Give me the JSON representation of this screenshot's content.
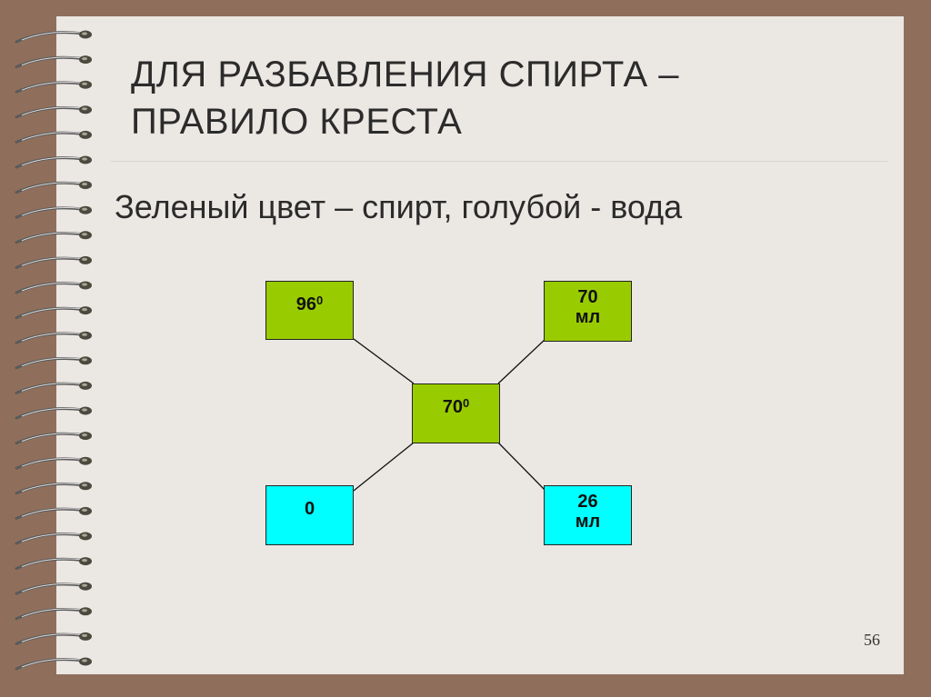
{
  "slide": {
    "title_line1": "ДЛЯ РАЗБАВЛЕНИЯ СПИРТА –",
    "title_line2": "ПРАВИЛО КРЕСТА",
    "subtitle": "Зеленый цвет – спирт, голубой - вода",
    "page_number": "56"
  },
  "diagram": {
    "top_left": {
      "value": "96",
      "sup": "0"
    },
    "top_right": {
      "line1": "70",
      "line2": "мл"
    },
    "center": {
      "value": "70",
      "sup": "0"
    },
    "bottom_left": {
      "value": "0"
    },
    "bottom_right": {
      "line1": "26",
      "line2": "мл"
    }
  },
  "colors": {
    "alcohol_green": "#99cc00",
    "water_cyan": "#00ffff",
    "frame_brown": "#8f6f5c",
    "page_background": "#ebe7e3"
  }
}
